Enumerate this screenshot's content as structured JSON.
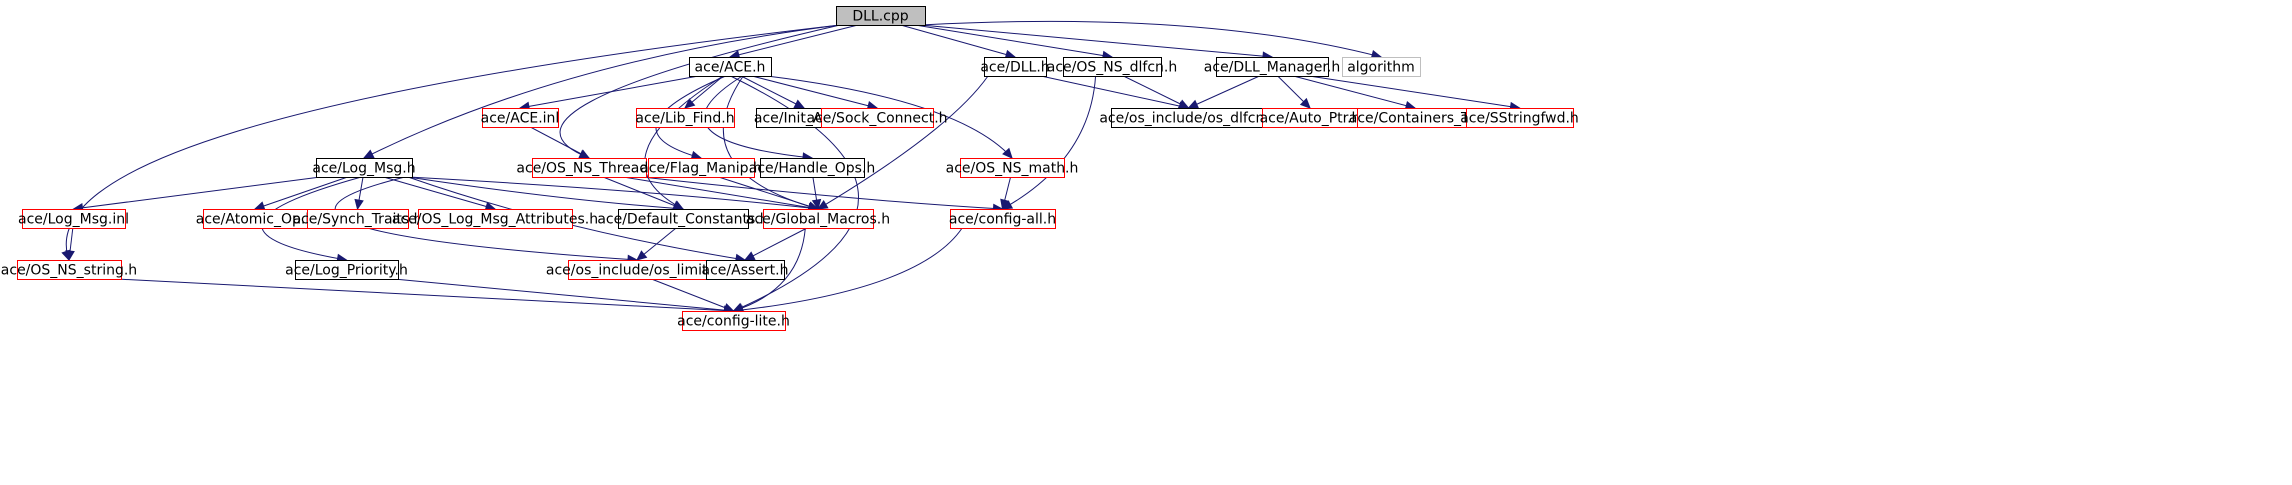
{
  "colors": {
    "root_fill": "#bfbfbf",
    "root_border": "#000000",
    "documented_border": "#000000",
    "undocumented_border": "#ff0000",
    "external_border": "#bfbfbf",
    "edge": "#191970",
    "text": "#000000"
  },
  "nodes": [
    {
      "id": "dll_cpp",
      "label": "DLL.cpp",
      "kind": "root"
    },
    {
      "id": "ace_h",
      "label": "ace/ACE.h",
      "kind": "documented"
    },
    {
      "id": "dll_h",
      "label": "ace/DLL.h",
      "kind": "documented"
    },
    {
      "id": "os_ns_dlfcn_h",
      "label": "ace/OS_NS_dlfcn.h",
      "kind": "documented"
    },
    {
      "id": "dll_manager_h",
      "label": "ace/DLL_Manager.h",
      "kind": "documented"
    },
    {
      "id": "algorithm",
      "label": "algorithm",
      "kind": "external"
    },
    {
      "id": "ace_inl",
      "label": "ace/ACE.inl",
      "kind": "undocumented"
    },
    {
      "id": "lib_find_h",
      "label": "ace/Lib_Find.h",
      "kind": "undocumented"
    },
    {
      "id": "init_ace_h",
      "label": "ace/Init_ACE.h",
      "kind": "documented"
    },
    {
      "id": "sock_connect_h",
      "label": "ace/Sock_Connect.h",
      "kind": "undocumented"
    },
    {
      "id": "os_dlfcn_h",
      "label": "ace/os_include/os_dlfcn.h",
      "kind": "documented"
    },
    {
      "id": "auto_ptr_h",
      "label": "ace/Auto_Ptr.h",
      "kind": "undocumented"
    },
    {
      "id": "containers_t_h",
      "label": "ace/Containers_T.h",
      "kind": "undocumented"
    },
    {
      "id": "sstringfwd_h",
      "label": "ace/SStringfwd.h",
      "kind": "undocumented"
    },
    {
      "id": "log_msg_h",
      "label": "ace/Log_Msg.h",
      "kind": "documented"
    },
    {
      "id": "os_ns_thread_h",
      "label": "ace/OS_NS_Thread.h",
      "kind": "undocumented"
    },
    {
      "id": "flag_manip_h",
      "label": "ace/Flag_Manip.h",
      "kind": "undocumented"
    },
    {
      "id": "handle_ops_h",
      "label": "ace/Handle_Ops.h",
      "kind": "documented"
    },
    {
      "id": "os_ns_math_h",
      "label": "ace/OS_NS_math.h",
      "kind": "undocumented"
    },
    {
      "id": "log_msg_inl",
      "label": "ace/Log_Msg.inl",
      "kind": "undocumented"
    },
    {
      "id": "atomic_op_h",
      "label": "ace/Atomic_Op.h",
      "kind": "undocumented"
    },
    {
      "id": "synch_traits_h",
      "label": "ace/Synch_Traits.h",
      "kind": "undocumented"
    },
    {
      "id": "os_log_msg_attributes_h",
      "label": "ace/OS_Log_Msg_Attributes.h",
      "kind": "undocumented"
    },
    {
      "id": "default_constants_h",
      "label": "ace/Default_Constants.h",
      "kind": "documented"
    },
    {
      "id": "global_macros_h",
      "label": "ace/Global_Macros.h",
      "kind": "undocumented"
    },
    {
      "id": "config_all_h",
      "label": "ace/config-all.h",
      "kind": "undocumented"
    },
    {
      "id": "os_ns_string_h",
      "label": "ace/OS_NS_string.h",
      "kind": "undocumented"
    },
    {
      "id": "log_priority_h",
      "label": "ace/Log_Priority.h",
      "kind": "documented"
    },
    {
      "id": "os_limits_h",
      "label": "ace/os_include/os_limits.h",
      "kind": "undocumented"
    },
    {
      "id": "assert_h",
      "label": "ace/Assert.h",
      "kind": "documented"
    },
    {
      "id": "config_lite_h",
      "label": "ace/config-lite.h",
      "kind": "undocumented"
    }
  ],
  "edges": [
    {
      "from": "dll_cpp",
      "to": "ace_h"
    },
    {
      "from": "dll_cpp",
      "to": "dll_h"
    },
    {
      "from": "dll_cpp",
      "to": "os_ns_dlfcn_h"
    },
    {
      "from": "dll_cpp",
      "to": "dll_manager_h"
    },
    {
      "from": "dll_cpp",
      "to": "algorithm"
    },
    {
      "from": "dll_cpp",
      "to": "log_msg_h"
    },
    {
      "from": "dll_cpp",
      "to": "os_ns_string_h"
    },
    {
      "from": "dll_cpp",
      "to": "os_ns_thread_h"
    },
    {
      "from": "ace_h",
      "to": "ace_inl"
    },
    {
      "from": "ace_h",
      "to": "lib_find_h"
    },
    {
      "from": "ace_h",
      "to": "init_ace_h"
    },
    {
      "from": "ace_h",
      "to": "sock_connect_h"
    },
    {
      "from": "ace_h",
      "to": "flag_manip_h"
    },
    {
      "from": "ace_h",
      "to": "handle_ops_h"
    },
    {
      "from": "ace_h",
      "to": "os_ns_math_h"
    },
    {
      "from": "ace_h",
      "to": "default_constants_h"
    },
    {
      "from": "ace_h",
      "to": "global_macros_h"
    },
    {
      "from": "ace_h",
      "to": "config_lite_h"
    },
    {
      "from": "ace_inl",
      "to": "os_ns_thread_h"
    },
    {
      "from": "dll_h",
      "to": "os_dlfcn_h"
    },
    {
      "from": "dll_h",
      "to": "global_macros_h"
    },
    {
      "from": "os_ns_dlfcn_h",
      "to": "os_dlfcn_h"
    },
    {
      "from": "os_ns_dlfcn_h",
      "to": "config_all_h"
    },
    {
      "from": "dll_manager_h",
      "to": "os_dlfcn_h"
    },
    {
      "from": "dll_manager_h",
      "to": "auto_ptr_h"
    },
    {
      "from": "dll_manager_h",
      "to": "containers_t_h"
    },
    {
      "from": "dll_manager_h",
      "to": "sstringfwd_h"
    },
    {
      "from": "log_msg_h",
      "to": "log_msg_inl"
    },
    {
      "from": "log_msg_h",
      "to": "atomic_op_h"
    },
    {
      "from": "log_msg_h",
      "to": "synch_traits_h"
    },
    {
      "from": "log_msg_h",
      "to": "os_log_msg_attributes_h"
    },
    {
      "from": "log_msg_h",
      "to": "default_constants_h"
    },
    {
      "from": "log_msg_h",
      "to": "global_macros_h"
    },
    {
      "from": "log_msg_h",
      "to": "log_priority_h"
    },
    {
      "from": "log_msg_h",
      "to": "os_limits_h"
    },
    {
      "from": "log_msg_h",
      "to": "assert_h"
    },
    {
      "from": "log_msg_inl",
      "to": "os_ns_string_h"
    },
    {
      "from": "os_ns_thread_h",
      "to": "default_constants_h"
    },
    {
      "from": "os_ns_thread_h",
      "to": "global_macros_h"
    },
    {
      "from": "os_ns_thread_h",
      "to": "config_all_h"
    },
    {
      "from": "flag_manip_h",
      "to": "global_macros_h"
    },
    {
      "from": "handle_ops_h",
      "to": "global_macros_h"
    },
    {
      "from": "os_ns_math_h",
      "to": "config_all_h"
    },
    {
      "from": "default_constants_h",
      "to": "os_limits_h"
    },
    {
      "from": "global_macros_h",
      "to": "assert_h"
    },
    {
      "from": "global_macros_h",
      "to": "config_lite_h"
    },
    {
      "from": "config_all_h",
      "to": "config_lite_h"
    },
    {
      "from": "os_ns_string_h",
      "to": "config_lite_h"
    },
    {
      "from": "log_priority_h",
      "to": "config_lite_h"
    },
    {
      "from": "os_limits_h",
      "to": "config_lite_h"
    }
  ]
}
